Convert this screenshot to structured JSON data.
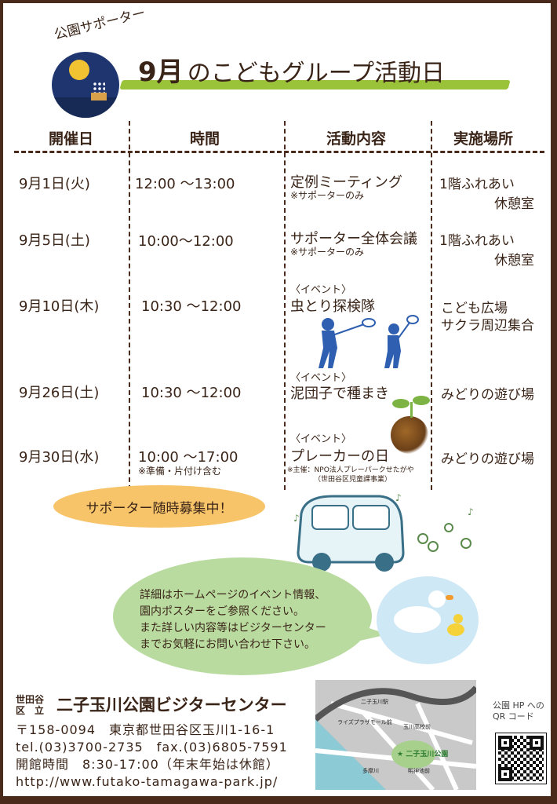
{
  "header": {
    "supporter_label": "公園サポーター",
    "title_month": "9月",
    "title_rest": "のこどもグループ活動日"
  },
  "table": {
    "columns": [
      "開催日",
      "時間",
      "活動内容",
      "実施場所"
    ],
    "rows": [
      {
        "date": "9月1日(火)",
        "time": "12:00 〜13:00",
        "activity": "定例ミーティング",
        "note": "※サポーターのみ",
        "place": [
          "1階ふれあい",
          "休憩室"
        ]
      },
      {
        "date": "9月5日(土)",
        "time": "10:00〜12:00",
        "activity": "サポーター全体会議",
        "note": "※サポーターのみ",
        "place": [
          "1階ふれあい",
          "休憩室"
        ]
      },
      {
        "date": "9月10日(木)",
        "time": "10:30 〜12:00",
        "tag": "〈イベント〉",
        "activity": "虫とり探検隊",
        "place": [
          "こども広場",
          "サクラ周辺集合"
        ]
      },
      {
        "date": "9月26日(土)",
        "time": "10:30 〜12:00",
        "tag": "〈イベント〉",
        "activity": "泥団子で種まき",
        "place": [
          "みどりの遊び場"
        ]
      },
      {
        "date": "9月30日(水)",
        "time": "10:00 〜17:00",
        "time_note": "※準備・片付け含む",
        "tag": "〈イベント〉",
        "activity": "プレーカーの日",
        "note": "※主催：NPO法人プレーパークせたがや",
        "note2": "（世田谷区児童課事業）",
        "place": [
          "みどりの遊び場"
        ]
      }
    ]
  },
  "recruit": "サポーター随時募集中！",
  "info": [
    "詳細はホームページのイベント情報、",
    "園内ポスターをご参照ください。",
    "また詳しい内容等はビジターセンター",
    "までお気軽にお問い合わせ下さい。"
  ],
  "footer": {
    "ward_label": [
      "世田谷",
      "区　立"
    ],
    "center_name": "二子玉川公園ビジターセンター",
    "address": "〒158-0094　東京都世田谷区玉川1-16-1",
    "phone": "tel.(03)3700-2735　fax.(03)6805-7591",
    "hours": "開館時間　8:30-17:00（年末年始は休館）",
    "url": "http://www.futako-tamagawa-park.jp/"
  },
  "map": {
    "labels": [
      "二子玉川駅",
      "ライズプラザモール前",
      "玉川高校前",
      "二子玉川公園",
      "明神池前",
      "多摩川"
    ],
    "park_label": "★ 二子玉川公園"
  },
  "qr": {
    "label": [
      "公園 HP への",
      "QR コード"
    ]
  },
  "colors": {
    "border": "#4a2a1a",
    "text": "#3a2418",
    "green": "#9bc33a",
    "orange": "#f7c46a",
    "bubble": "#b9dba0",
    "sky": "#cfe8f5",
    "blue": "#2f5fb0"
  }
}
